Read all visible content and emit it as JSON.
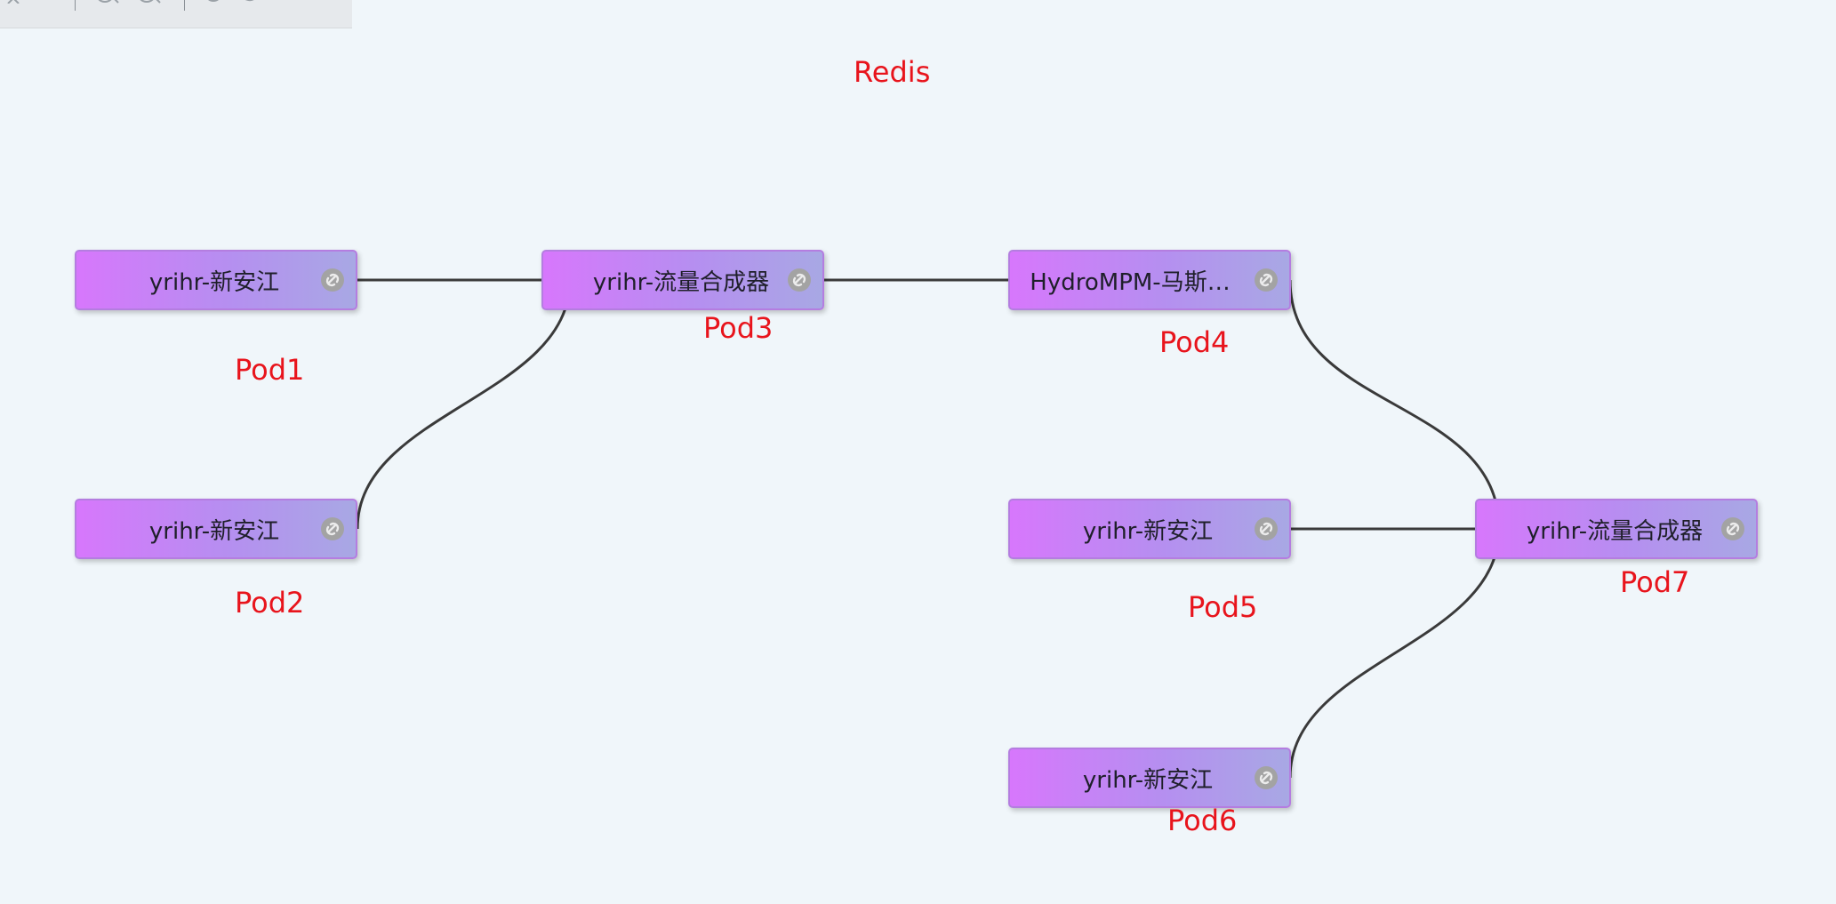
{
  "toolbar": {
    "tools": [
      {
        "name": "close-icon"
      },
      {
        "name": "back-icon"
      },
      {
        "separator": true
      },
      {
        "name": "zoom-in-icon"
      },
      {
        "name": "zoom-out-icon"
      },
      {
        "separator": true
      },
      {
        "name": "undo-icon"
      },
      {
        "name": "fullscreen-icon"
      }
    ]
  },
  "colors": {
    "background": "#f0f6fa",
    "node_gradient_start": "#d777fc",
    "node_gradient_end": "#a8a8e4",
    "edge": "#3a3a3a",
    "annotation": "#e8141c"
  },
  "title": "Redis",
  "nodes": [
    {
      "id": "n1",
      "label": "yrihr-新安江",
      "pod": "Pod1",
      "icon": "link-icon"
    },
    {
      "id": "n2",
      "label": "yrihr-新安江",
      "pod": "Pod2",
      "icon": "link-icon"
    },
    {
      "id": "n3",
      "label": "yrihr-流量合成器",
      "pod": "Pod3",
      "icon": "link-icon"
    },
    {
      "id": "n4",
      "label": "HydroMPM-马斯…",
      "pod": "Pod4",
      "icon": "link-icon"
    },
    {
      "id": "n5",
      "label": "yrihr-新安江",
      "pod": "Pod5",
      "icon": "link-icon"
    },
    {
      "id": "n6",
      "label": "yrihr-新安江",
      "pod": "Pod6",
      "icon": "link-icon"
    },
    {
      "id": "n7",
      "label": "yrihr-流量合成器",
      "pod": "Pod7",
      "icon": "link-icon"
    }
  ],
  "edges": [
    {
      "from": "n1",
      "to": "n3"
    },
    {
      "from": "n2",
      "to": "n3"
    },
    {
      "from": "n3",
      "to": "n4"
    },
    {
      "from": "n4",
      "to": "n7"
    },
    {
      "from": "n5",
      "to": "n7"
    },
    {
      "from": "n6",
      "to": "n7"
    }
  ]
}
